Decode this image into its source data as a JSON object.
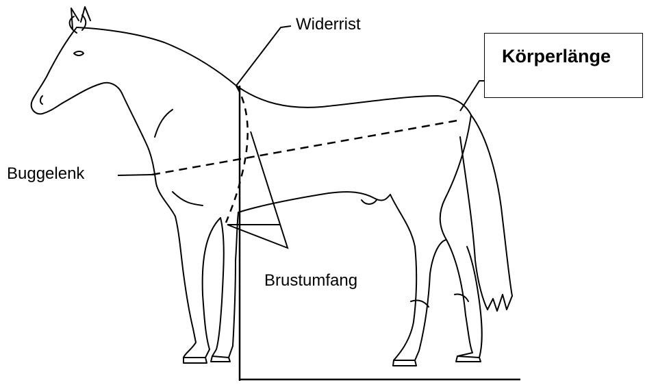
{
  "labels": {
    "withers": "Widerrist",
    "shoulder_joint": "Buggelenk",
    "chest_girth": "Brustumfang",
    "body_length": "Körperlänge"
  },
  "colors": {
    "line": "#000000",
    "background": "#ffffff"
  }
}
